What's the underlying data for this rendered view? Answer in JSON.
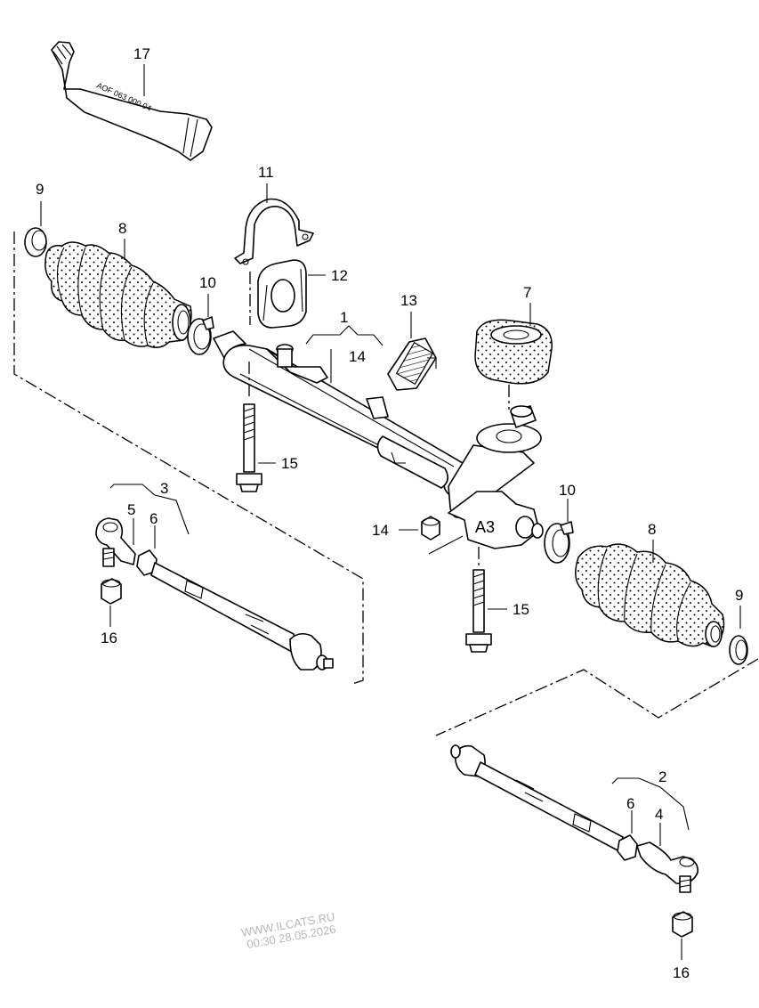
{
  "callouts": {
    "c17": "17",
    "c11": "11",
    "c12": "12",
    "c9a": "9",
    "c8a": "8",
    "c10a": "10",
    "c1": "1",
    "c14a": "14",
    "c13": "13",
    "c7": "7",
    "c15a": "15",
    "c3": "3",
    "c5": "5",
    "c6a": "6",
    "c16a": "16",
    "c10b": "10",
    "c14b": "14",
    "c8b": "8",
    "c15b": "15",
    "c9b": "9",
    "c2": "2",
    "c6b": "6",
    "c4": "4",
    "c16b": "16"
  },
  "grease_tube_text": "AOF 063 000 04",
  "watermark": {
    "line1": "WWW.ILCATS.RU",
    "line2": "00:30 28.05.2026"
  }
}
